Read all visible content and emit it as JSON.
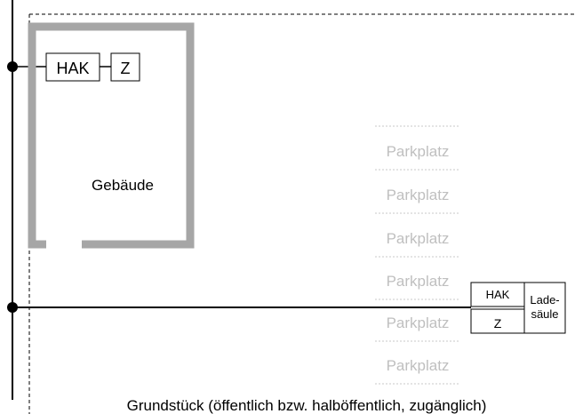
{
  "building": {
    "label": "Gebäude",
    "hak_label": "HAK",
    "meter_label": "Z"
  },
  "parking": {
    "labels": [
      "Parkplatz",
      "Parkplatz",
      "Parkplatz",
      "Parkplatz",
      "Parkplatz",
      "Parkplatz"
    ]
  },
  "charging_station": {
    "hak_label": "HAK",
    "meter_label": "Z",
    "label_line1": "Lade-",
    "label_line2": "säule"
  },
  "plot": {
    "caption": "Grundstück (öffentlich bzw. halböffentlich, zugänglich)"
  },
  "colors": {
    "wall": "#a6a6a6",
    "line": "#000000",
    "parking_text": "#bfbfbf",
    "parking_border": "#c8c8c8"
  }
}
